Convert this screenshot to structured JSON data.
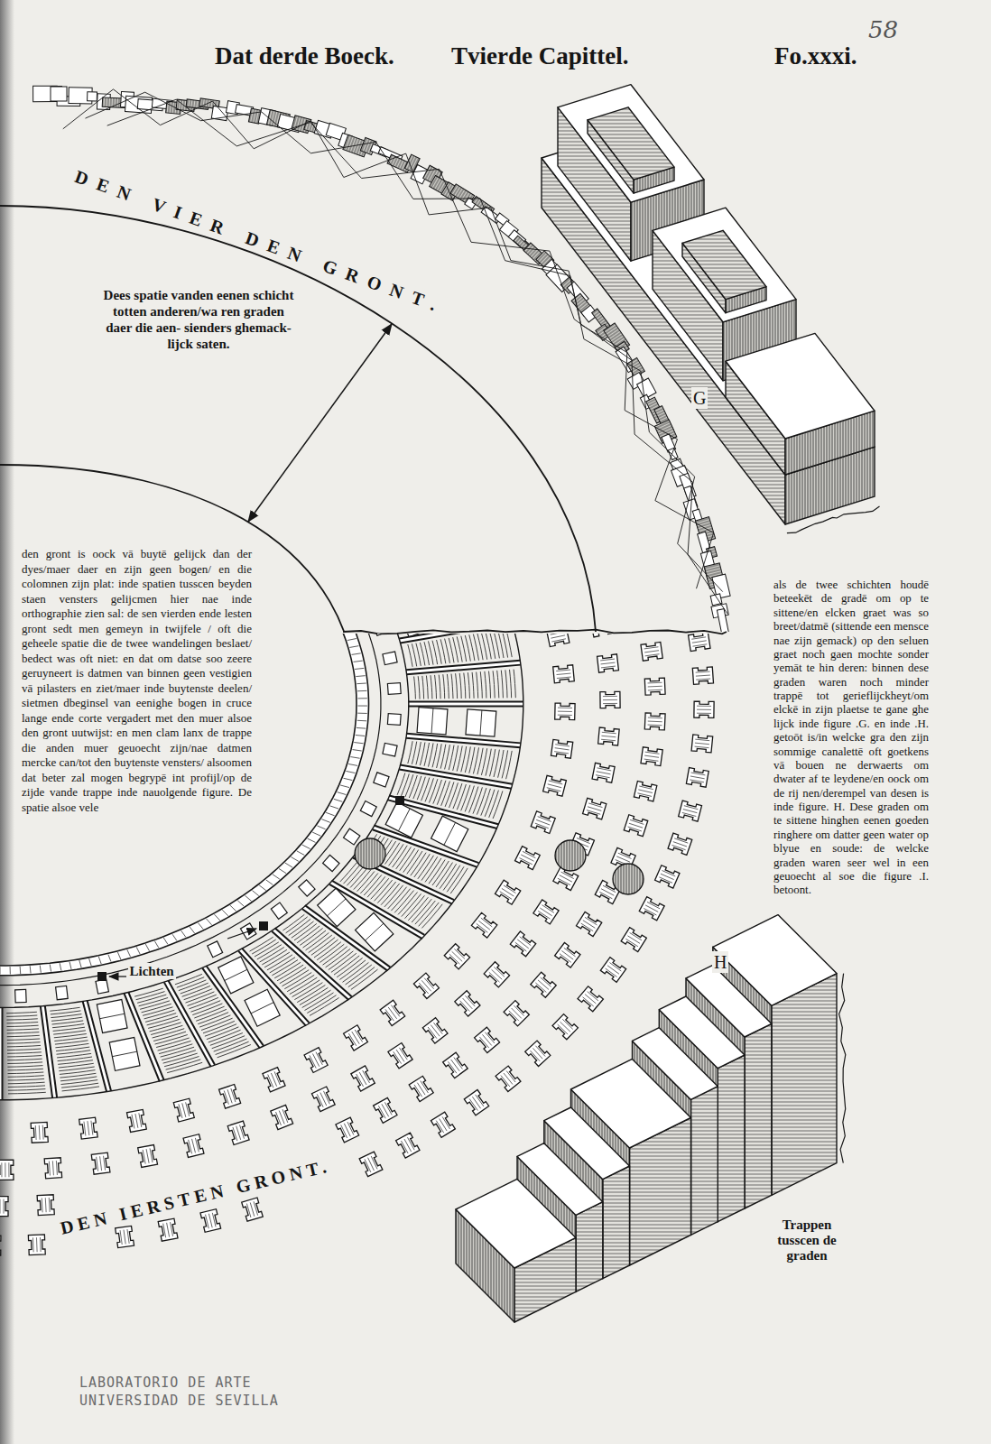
{
  "diagram": {
    "title": "Dat derde Boeck.",
    "labels": [
      "Tvierde Capittel.",
      "Fo.xxxi.",
      "58",
      "DEN VIER DEN GRONT.",
      "Dees spatie vanden eenen schicht totten anderen/wa ren graden daer die aen- sienders ghemack- lijck saten.",
      "den gront is oock vā buytē gelijck dan der dyes/maer daer en zijn geen bogen/ en die colomnen zijn plat: inde spatien tusscen beyden staen vensters gelijcmen hier nae inde orthographie zien sal: de sen vierden ende lesten gront sedt men gemeyn in twijfele / oft die geheele spatie die de twee wandelingen beslaet/ bedect was oft niet: en dat om datse soo zeere geruyneert is datmen van binnen geen vestigien vā pilasters en ziet/maer inde buytenste deelen/ sietmen dbeginsel van eenighe bogen in cruce lange ende corte vergadert met den muer alsoe den gront uutwijst: en men clam lanx de trappe die anden muer geuoecht zijn/nae datmen mercke can/tot den buytenste vensters/ alsoomen dat beter zal mogen begrypē int profijl/op de zijde vande trappe inde nauolgende figure. De spatie alsoe vele",
      "als de twee schichten houdē beteekēt de gradē om op te sittene/en elcken graet was so breet/datmē (sittende een mensce nae zijn gemack) op den seluen graet noch gaen mochte sonder yemāt te hin deren: binnen dese graden waren noch minder trappē tot gerieflijckheyt/om elckē in zijn plaetse te gane ghe lijck inde figure .G. en inde .H. getoōt is/in welcke gra den zijn sommige canalettē oft goetkens vā bouen ne derwaerts om dwater af te leydene/en oock om de rij nen/derempel van desen is inde figure. H. Dese graden om te sittene hinghen eenen goeden ringhere om datter geen water op blyue en soude: de welcke graden waren seer wel in een geuoecht al soe die figure .I. betoont.",
      "G",
      "Lichten",
      "H",
      "DEN IERSTEN GRONT.",
      "Trappen tusscen de graden",
      "LABORATORIO DE ARTE UNIVERSIDAD DE SEVILLA"
    ]
  }
}
